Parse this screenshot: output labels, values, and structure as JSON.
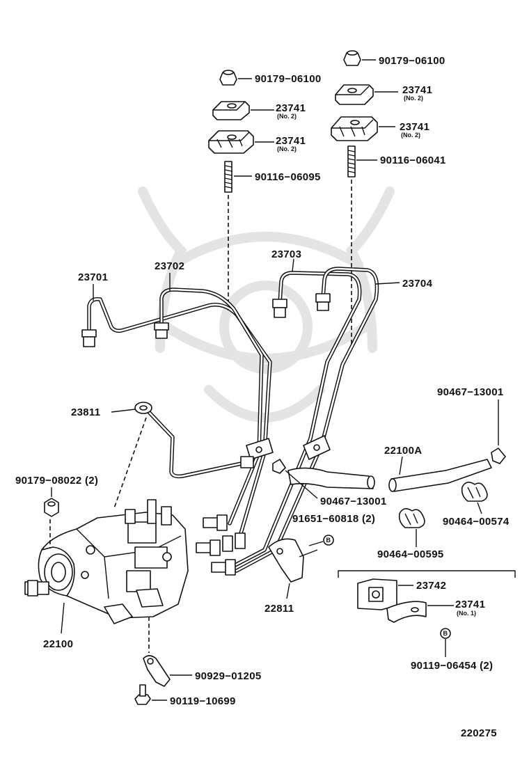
{
  "labels": {
    "p90179_06100_a": "90179−06100",
    "p90179_06100_b": "90179−06100",
    "p23741_a": "23741",
    "p23741_b": "23741",
    "p23741_c": "23741",
    "p23741_d": "23741",
    "p23741_e": "23741",
    "no2": "(No. 2)",
    "no1": "(No. 1)",
    "p90116_06095": "90116−06095",
    "p90116_06041": "90116−06041",
    "p23701": "23701",
    "p23702": "23702",
    "p23703": "23703",
    "p23704": "23704",
    "p23811": "23811",
    "p90467_13001_a": "90467−13001",
    "p90467_13001_b": "90467−13001",
    "p22100A": "22100A",
    "p90179_08022": "90179−08022 (2)",
    "p91651_60818": "91651−60818 (2)",
    "p90464_00574": "90464−00574",
    "p90464_00595": "90464−00595",
    "p22811": "22811",
    "p23742": "23742",
    "p22100": "22100",
    "p90119_06454": "90119−06454 (2)",
    "p90929_01205": "90929−01205",
    "p90119_10699": "90119−10699",
    "b_marker": "B",
    "diagram_no": "220275"
  },
  "colors": {
    "ink": "#111111",
    "paper": "#ffffff",
    "watermark": "#e4e4e4"
  }
}
